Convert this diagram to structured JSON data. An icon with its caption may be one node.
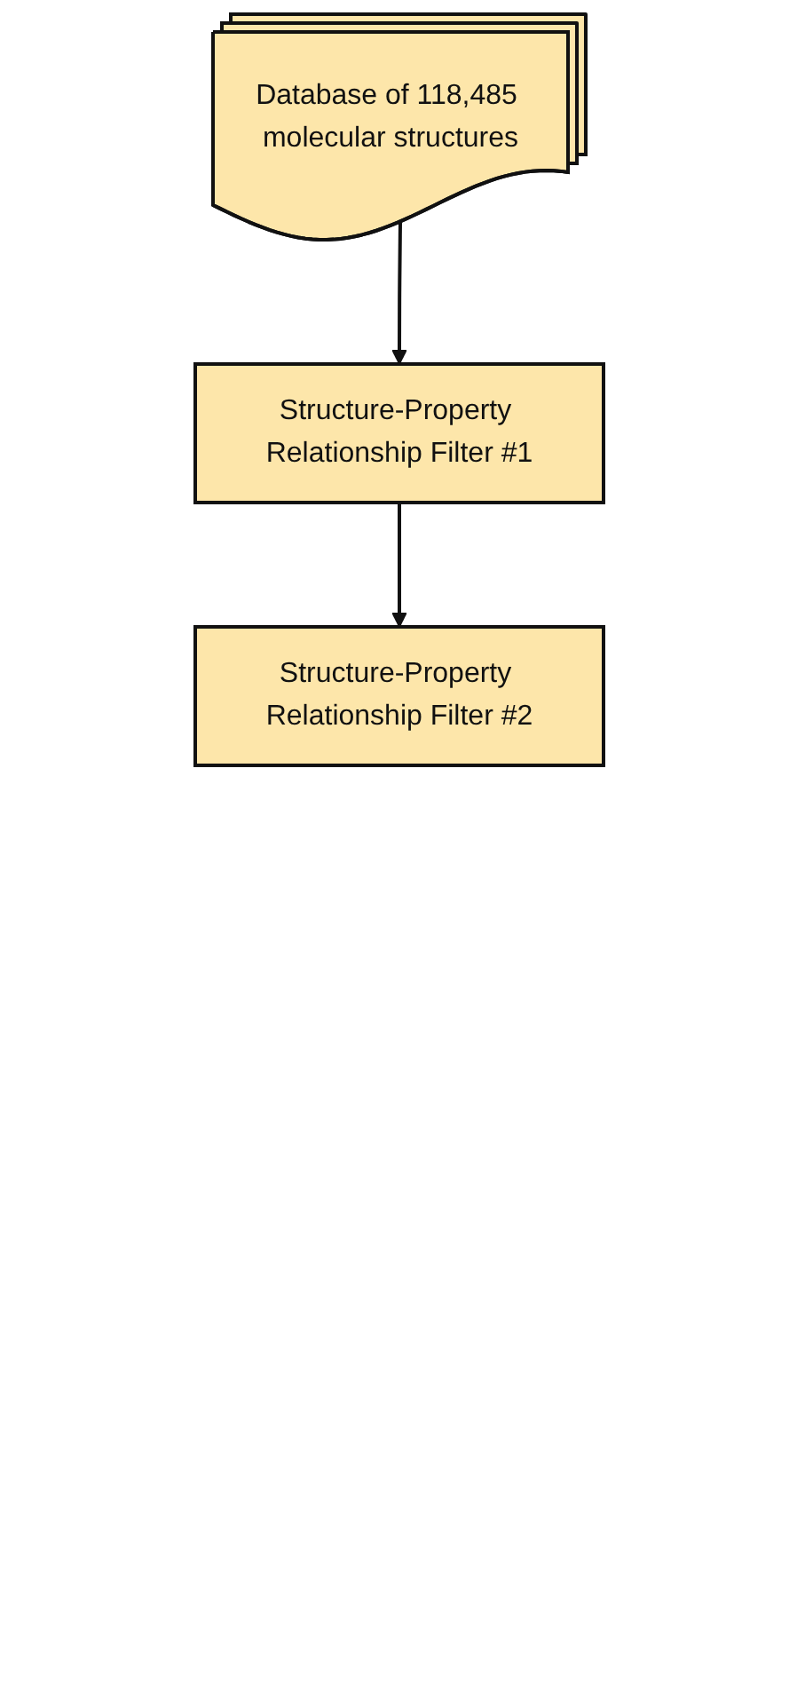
{
  "diagram": {
    "nodes": [
      {
        "text": [
          "Database of 118,485 molecular structures"
        ]
      },
      {
        "text": [
          "Structure-Property Relationship Filter #1"
        ]
      },
      {
        "text": [
          "Structure-Property Relationship Filter #2"
        ]
      }
    ],
    "edges": [
      {
        "from": 0,
        "to": 1,
        "arrow": "to"
      },
      {
        "from": 1,
        "to": 2,
        "arrow": "to"
      }
    ]
  }
}
